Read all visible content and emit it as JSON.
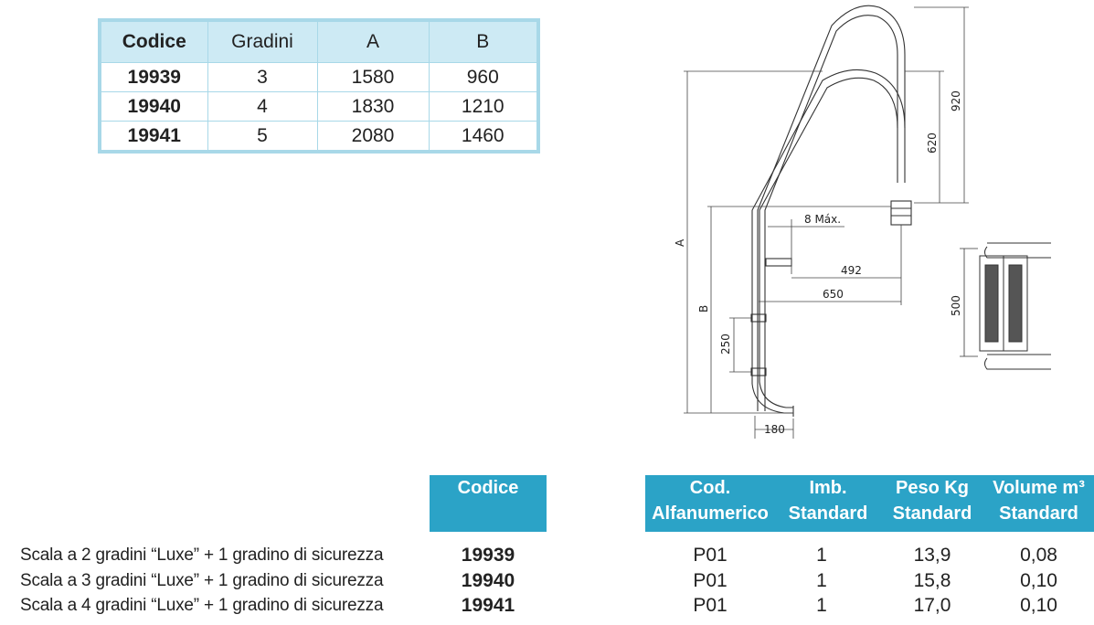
{
  "dim_table": {
    "headers": [
      "Codice",
      "Gradini",
      "A",
      "B"
    ],
    "rows": [
      [
        "19939",
        "3",
        "1580",
        "960"
      ],
      [
        "19940",
        "4",
        "1830",
        "1210"
      ],
      [
        "19941",
        "5",
        "2080",
        "1460"
      ]
    ]
  },
  "drawing": {
    "labels": {
      "h920": "920",
      "h620": "620",
      "max8": "8 Máx.",
      "a": "A",
      "b": "B",
      "d492": "492",
      "d650": "650",
      "d250": "250",
      "d180": "180",
      "d500": "500"
    }
  },
  "product_table": {
    "code_header": "Codice",
    "col_headers": [
      {
        "line1": "Cod.",
        "line2": "Alfanumerico"
      },
      {
        "line1": "Imb.",
        "line2": "Standard"
      },
      {
        "line1": "Peso Kg",
        "line2": "Standard"
      },
      {
        "line1": "Volume m³",
        "line2": "Standard"
      }
    ],
    "rows": [
      {
        "desc": "Scala a 2 gradini “Luxe” + 1 gradino di sicurezza",
        "code": "19939",
        "alfa": "P01",
        "imb": "1",
        "peso": "13,9",
        "volume": "0,08"
      },
      {
        "desc": "Scala a 3 gradini “Luxe” + 1 gradino di sicurezza",
        "code": "19940",
        "alfa": "P01",
        "imb": "1",
        "peso": "15,8",
        "volume": "0,10"
      },
      {
        "desc": "Scala a 4 gradini “Luxe” + 1 gradino di sicurezza",
        "code": "19941",
        "alfa": "P01",
        "imb": "1",
        "peso": "17,0",
        "volume": "0,10"
      }
    ]
  },
  "colors": {
    "header_blue": "#2ba3c7",
    "table_border": "#a8d8e8",
    "table_header_bg": "#cdeaf4"
  }
}
